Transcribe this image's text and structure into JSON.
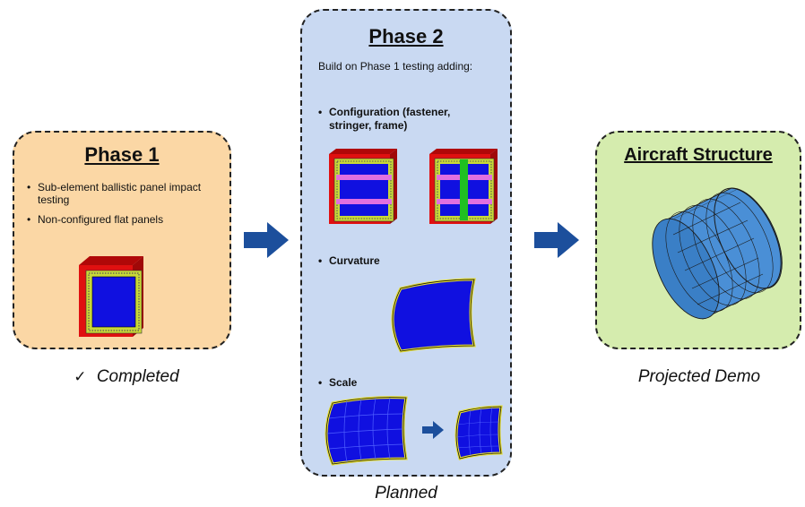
{
  "phase1": {
    "title": "Phase 1",
    "bullets": [
      "Sub-element ballistic panel impact testing",
      "Non-configured flat panels"
    ],
    "caption_check": "✓",
    "caption": "Completed"
  },
  "phase2": {
    "title": "Phase 2",
    "intro": "Build on Phase 1 testing adding:",
    "items": [
      "Configuration (fastener, stringer, frame)",
      "Curvature",
      "Scale"
    ],
    "caption": "Planned"
  },
  "aircraft": {
    "title": "Aircraft Structure",
    "caption": "Projected Demo"
  },
  "colors": {
    "phase1_bg": "#fbd7a5",
    "phase2_bg": "#c9d9f2",
    "aircraft_bg": "#d5ecae",
    "arrow": "#1c4f9c",
    "panel_blue": "#1010e0",
    "frame_red": "#e01010",
    "rim_yellow": "#e8e030",
    "stiffener_pink": "#e070e0",
    "stiffener_green": "#20c020",
    "fuselage_blue": "#4a8fd6"
  }
}
